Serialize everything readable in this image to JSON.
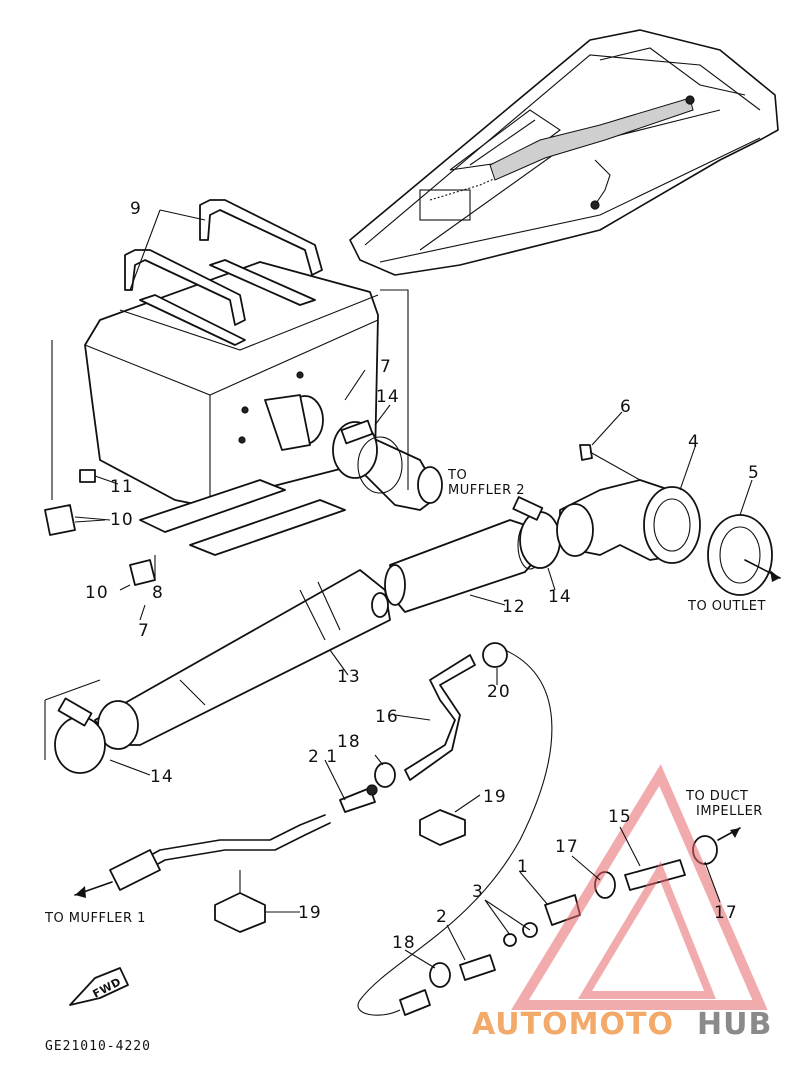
{
  "diagram": {
    "part_code": "GE21010-4220",
    "labels": {
      "p1": "1",
      "p2": "2",
      "p3": "3",
      "p4": "4",
      "p5": "5",
      "p6": "6",
      "p7a": "7",
      "p7b": "7",
      "p8": "8",
      "p9": "9",
      "p10a": "10",
      "p10b": "10",
      "p11": "11",
      "p12": "12",
      "p13": "13",
      "p14a": "14",
      "p14b": "14",
      "p14c": "14",
      "p15": "15",
      "p16": "16",
      "p17a": "17",
      "p17b": "17",
      "p18a": "18",
      "p18b": "18",
      "p19a": "19",
      "p19b": "19",
      "p20": "20",
      "p21": "2 1"
    },
    "captions": {
      "to_muffler2_l1": "TO",
      "to_muffler2_l2": "MUFFLER 2",
      "to_outlet": "TO OUTLET",
      "to_muffler1": "TO MUFFLER 1",
      "to_duct_l1": "TO DUCT",
      "to_duct_l2": "IMPELLER",
      "fwd": "FWD"
    }
  },
  "watermark": {
    "text_a": "AUTOMOTO",
    "text_b": "HUB",
    "color_a": "#f2a96a",
    "color_b": "#8a8a8a",
    "triangle_color": "#e8666a"
  }
}
